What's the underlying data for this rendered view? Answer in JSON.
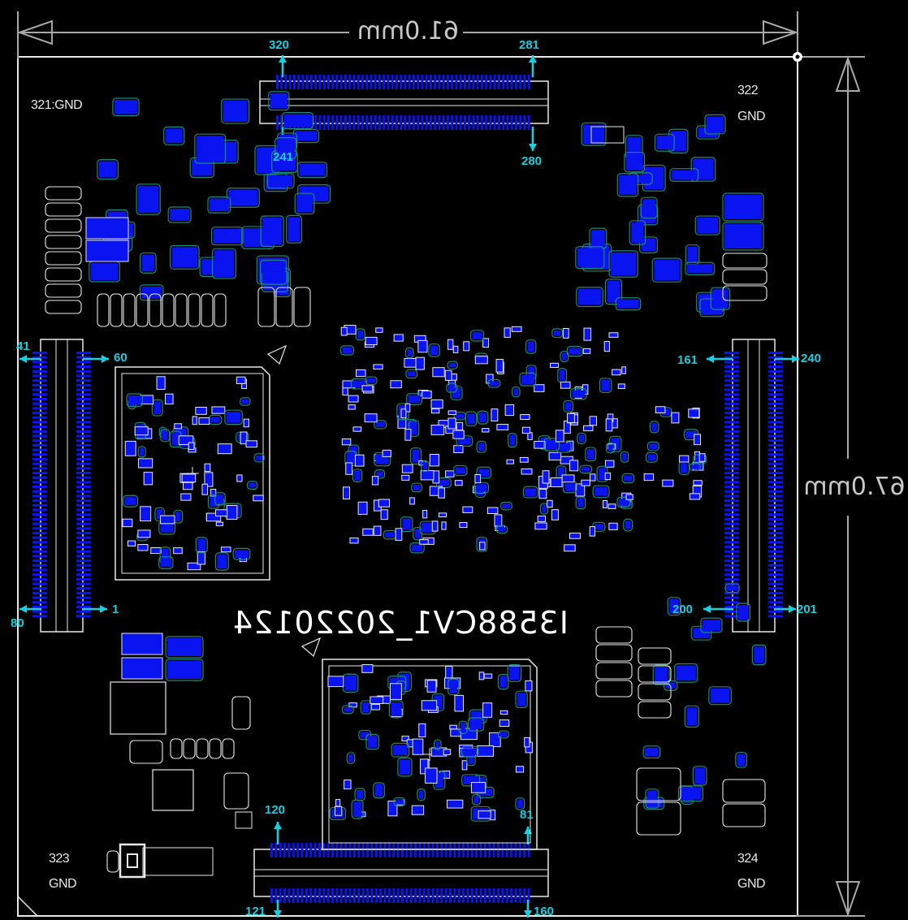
{
  "dimensions": {
    "width": "61.0mm",
    "height": "67.0mm"
  },
  "part_number": "I3588CV1_20220124",
  "corner_labels": {
    "top_left": "321:GND",
    "top_right_num": "322",
    "top_right_gnd": "GND",
    "bottom_left_num": "323",
    "bottom_left_gnd": "GND",
    "bottom_right_num": "324",
    "bottom_right_gnd": "GND"
  },
  "pins": {
    "top_connector": {
      "left_top": "320",
      "right_top": "281",
      "left_bottom": "241",
      "right_bottom": "280"
    },
    "left_connector": {
      "outer_top": "41",
      "inner_top": "60",
      "outer_bottom": "80",
      "inner_bottom": "1"
    },
    "right_connector": {
      "inner_top": "161",
      "outer_top": "240",
      "inner_bottom": "200",
      "outer_bottom": "201"
    },
    "bottom_connector": {
      "left_top": "120",
      "right_top": "81",
      "left_bottom": "121",
      "right_bottom": "160"
    }
  },
  "colors": {
    "background": "#000000",
    "pad": "#0a14f0",
    "outline": "#e8e8e8",
    "pad_outline": "#1a8a7a",
    "pin_label": "#15d0e0",
    "dimension": "#c8c8c8"
  }
}
